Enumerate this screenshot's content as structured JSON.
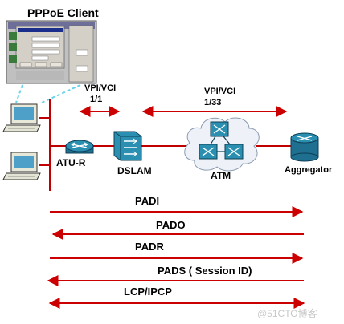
{
  "title": "PPPoE Client",
  "labels": {
    "atu_r": "ATU-R",
    "dslam": "DSLAM",
    "atm": "ATM",
    "aggregator": "Aggregator",
    "vpi_left_line1": "VPI/VCI",
    "vpi_left_line2": "1/1",
    "vpi_right_line1": "VPI/VCI",
    "vpi_right_line2": "1/33"
  },
  "messages": [
    {
      "label": "PADI",
      "direction": "right"
    },
    {
      "label": "PADO",
      "direction": "left"
    },
    {
      "label": "PADR",
      "direction": "right"
    },
    {
      "label": "PADS ( Session ID)",
      "direction": "left"
    },
    {
      "label": "LCP/IPCP",
      "direction": "both"
    }
  ],
  "watermark": "@51CTO博客",
  "colors": {
    "line": "#c00000",
    "arrow": "#cc0000",
    "device": "#2a8fb0",
    "cloud": "#eef2f8",
    "callout": "#6ad4e8"
  }
}
